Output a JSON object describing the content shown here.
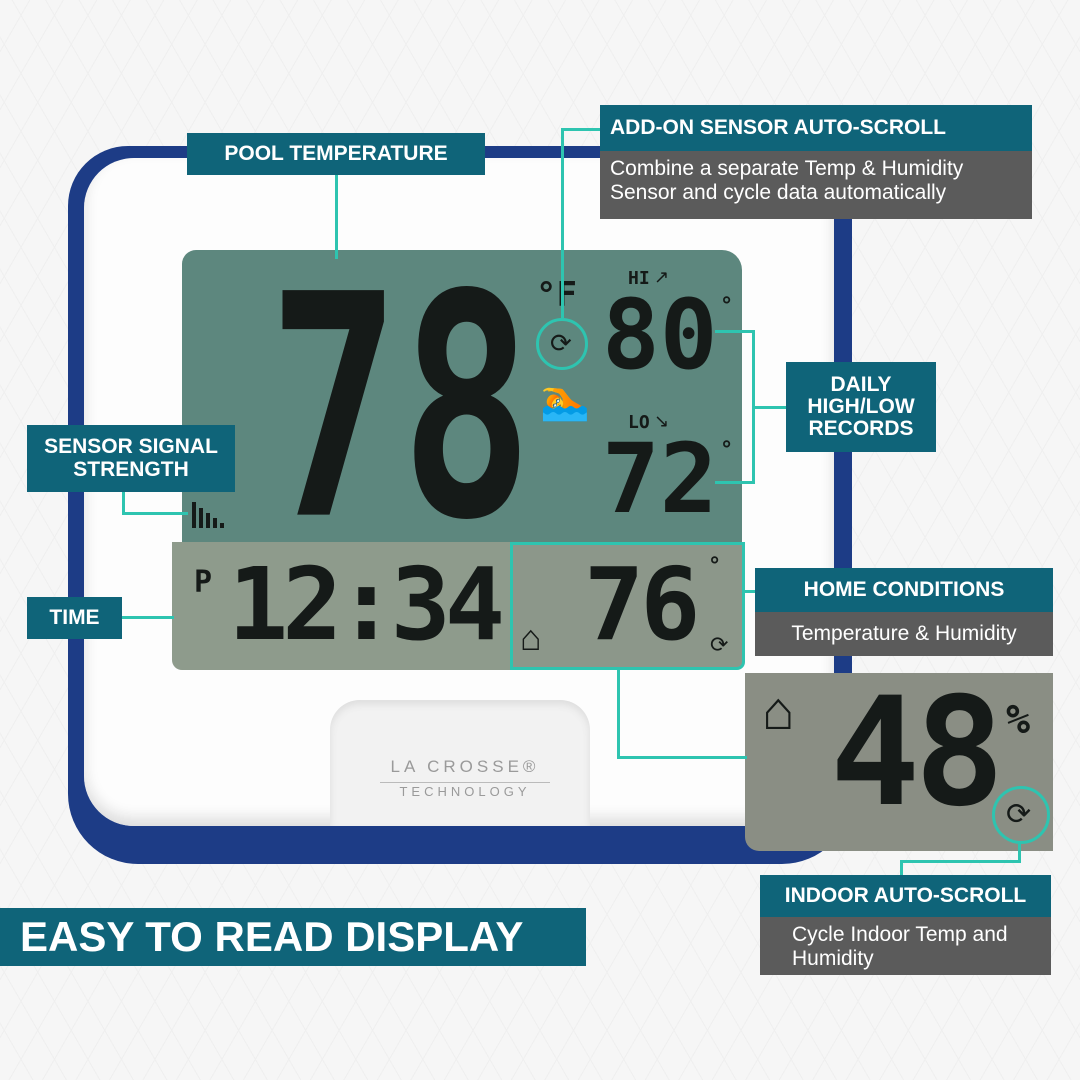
{
  "display": {
    "pool_temp": "78",
    "pool_unit": "°F",
    "hi_label": "HI",
    "hi_value": "80",
    "lo_label": "LO",
    "lo_value": "72",
    "degree": "°",
    "time_period": "P",
    "time": "12:34",
    "indoor_temp": "76",
    "humidity": "48",
    "humidity_unit": "%"
  },
  "brand": {
    "line1": "LA CROSSE®",
    "line2": "TECHNOLOGY"
  },
  "callouts": {
    "pool_temperature": "POOL TEMPERATURE",
    "addon_title": "ADD-ON SENSOR AUTO-SCROLL",
    "addon_desc": "Combine a separate Temp & Humidity Sensor and cycle data automatically",
    "daily_records": "DAILY HIGH/LOW RECORDS",
    "signal": "SENSOR SIGNAL STRENGTH",
    "time": "TIME",
    "home_title": "HOME CONDITIONS",
    "home_desc": "Temperature & Humidity",
    "indoor_title": "INDOOR AUTO-SCROLL",
    "indoor_desc": "Cycle Indoor Temp and Humidity"
  },
  "headline": "EASY TO READ DISPLAY",
  "colors": {
    "label_bg": "#0f6479",
    "accent": "#2ec4b0",
    "device": "#1d3c86"
  }
}
